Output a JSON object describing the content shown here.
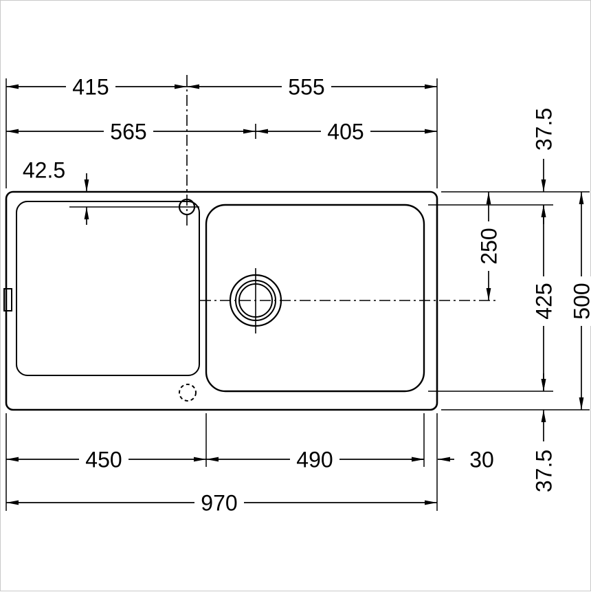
{
  "drawing": {
    "kind": "sink technical dimension drawing"
  },
  "dims": {
    "w415": "415",
    "w555": "555",
    "w565": "565",
    "w405": "405",
    "h42_5": "42.5",
    "h37_5_top": "37.5",
    "h250": "250",
    "h425": "425",
    "h500": "500",
    "w450": "450",
    "w490": "490",
    "w30": "30",
    "h37_5_bottom": "37.5",
    "w970": "970"
  }
}
